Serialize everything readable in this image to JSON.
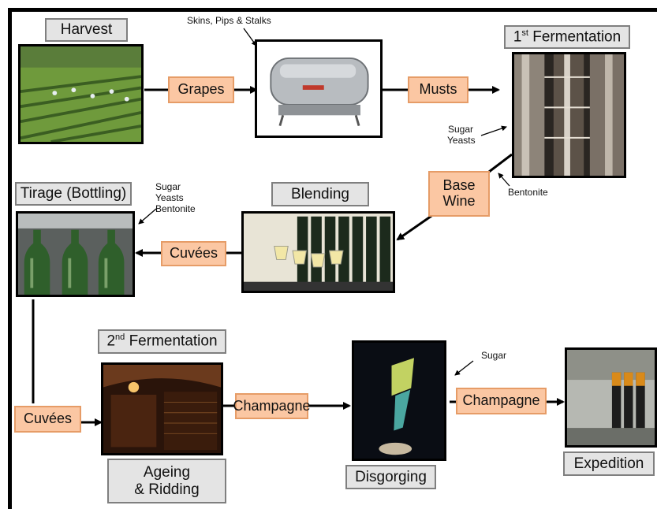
{
  "stages": {
    "harvest": "Harvest",
    "first_fermentation": "1",
    "first_fermentation_sup": "st",
    "first_fermentation_suffix": " Fermentation",
    "blending": "Blending",
    "tirage": "Tirage (Bottling)",
    "second_fermentation": "2",
    "second_fermentation_sup": "nd",
    "second_fermentation_suffix": " Fermentation",
    "ageing_line1": "Ageing",
    "ageing_line2": "& Ridding",
    "disgorging": "Disgorging",
    "expedition": "Expedition"
  },
  "products": {
    "grapes": "Grapes",
    "musts": "Musts",
    "base_wine_line1": "Base",
    "base_wine_line2": "Wine",
    "cuvees_top": "Cuvées",
    "cuvees_bottom": "Cuvées",
    "champagne_1": "Champagne",
    "champagne_2": "Champagne"
  },
  "notes": {
    "skins": "Skins, Pips & Stalks",
    "sugar_ferment": "Sugar",
    "yeasts_ferment": "Yeasts",
    "bentonite_ferment": "Bentonite",
    "sugar_tirage": "Sugar",
    "yeasts_tirage": "Yeasts",
    "bentonite_tirage": "Bentonite",
    "sugar_disgorge": "Sugar"
  }
}
